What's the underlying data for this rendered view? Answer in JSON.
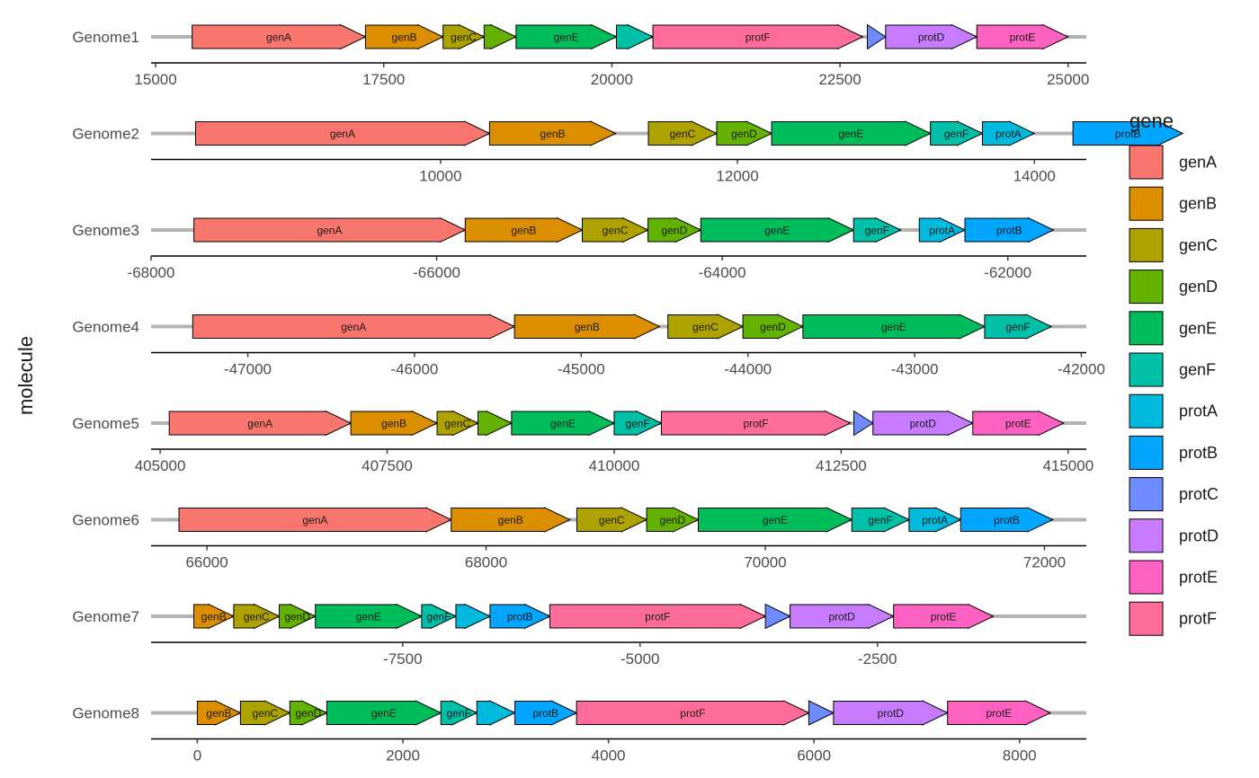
{
  "chart_data": {
    "type": "gene-arrow",
    "ylabel": "molecule",
    "legend": {
      "title": "gene",
      "position": "right",
      "entries": [
        {
          "name": "genA",
          "color": "#F8766D"
        },
        {
          "name": "genB",
          "color": "#DB8E00"
        },
        {
          "name": "genC",
          "color": "#AEA200"
        },
        {
          "name": "genD",
          "color": "#64B200"
        },
        {
          "name": "genE",
          "color": "#00BD5C"
        },
        {
          "name": "genF",
          "color": "#00C1A7"
        },
        {
          "name": "protA",
          "color": "#00BADE"
        },
        {
          "name": "protB",
          "color": "#00A6FF"
        },
        {
          "name": "protC",
          "color": "#6E8BFF"
        },
        {
          "name": "protD",
          "color": "#C77CFF"
        },
        {
          "name": "protE",
          "color": "#FF61C3"
        },
        {
          "name": "protF",
          "color": "#FF6C9A"
        }
      ]
    },
    "molecules": [
      {
        "name": "Genome1",
        "xlim": [
          14950,
          25200
        ],
        "ticks": [
          15000,
          17500,
          20000,
          22500,
          25000
        ],
        "tick_labels": [
          "15000",
          "17500",
          "20000",
          "22500",
          "25000"
        ],
        "genes": [
          {
            "gene": "genA",
            "label": "genA",
            "start": 15400,
            "end": 17300
          },
          {
            "gene": "genB",
            "label": "genB",
            "start": 17300,
            "end": 18150
          },
          {
            "gene": "genC",
            "label": "genC",
            "start": 18150,
            "end": 18600
          },
          {
            "gene": "genD",
            "label": "",
            "start": 18600,
            "end": 18950
          },
          {
            "gene": "genE",
            "label": "genE",
            "start": 18950,
            "end": 20050
          },
          {
            "gene": "genF",
            "label": "",
            "start": 20050,
            "end": 20450
          },
          {
            "gene": "protF",
            "label": "protF",
            "start": 20450,
            "end": 22750
          },
          {
            "gene": "protC",
            "label": "",
            "start": 22800,
            "end": 23000
          },
          {
            "gene": "protD",
            "label": "protD",
            "start": 23000,
            "end": 24000
          },
          {
            "gene": "protE",
            "label": "protE",
            "start": 24000,
            "end": 25000
          }
        ]
      },
      {
        "name": "Genome2",
        "xlim": [
          8050,
          14350
        ],
        "ticks": [
          10000,
          12000,
          14000
        ],
        "tick_labels": [
          "10000",
          "12000",
          "14000"
        ],
        "genes": [
          {
            "gene": "genA",
            "label": "genA",
            "start": 8350,
            "end": 10330
          },
          {
            "gene": "genB",
            "label": "genB",
            "start": 10330,
            "end": 11180
          },
          {
            "gene": "genC",
            "label": "genC",
            "start": 11400,
            "end": 11860
          },
          {
            "gene": "genD",
            "label": "genD",
            "start": 11860,
            "end": 12230
          },
          {
            "gene": "genE",
            "label": "genE",
            "start": 12230,
            "end": 13300
          },
          {
            "gene": "genF",
            "label": "genF",
            "start": 13300,
            "end": 13650
          },
          {
            "gene": "protA",
            "label": "protA",
            "start": 13650,
            "end": 14000
          },
          {
            "gene": "protB",
            "label": "protB",
            "start": 14260,
            "end": 15000
          }
        ]
      },
      {
        "name": "Genome3",
        "xlim": [
          -68000,
          -61450
        ],
        "ticks": [
          -68000,
          -66000,
          -64000,
          -62000
        ],
        "tick_labels": [
          "-68000",
          "-66000",
          "-64000",
          "-62000"
        ],
        "genes": [
          {
            "gene": "genA",
            "label": "genA",
            "start": -67700,
            "end": -65800
          },
          {
            "gene": "genB",
            "label": "genB",
            "start": -65800,
            "end": -64980
          },
          {
            "gene": "genC",
            "label": "genC",
            "start": -64980,
            "end": -64520
          },
          {
            "gene": "genD",
            "label": "genD",
            "start": -64520,
            "end": -64150
          },
          {
            "gene": "genE",
            "label": "genE",
            "start": -64150,
            "end": -63080
          },
          {
            "gene": "genF",
            "label": "genF",
            "start": -63080,
            "end": -62750
          },
          {
            "gene": "protA",
            "label": "protA",
            "start": -62620,
            "end": -62300
          },
          {
            "gene": "protB",
            "label": "protB",
            "start": -62300,
            "end": -61680
          }
        ]
      },
      {
        "name": "Genome4",
        "xlim": [
          -47580,
          -41970
        ],
        "ticks": [
          -47000,
          -46000,
          -45000,
          -44000,
          -43000,
          -42000
        ],
        "tick_labels": [
          "-47000",
          "-46000",
          "-45000",
          "-44000",
          "-43000",
          "-42000"
        ],
        "genes": [
          {
            "gene": "genA",
            "label": "genA",
            "start": -47330,
            "end": -45400
          },
          {
            "gene": "genB",
            "label": "genB",
            "start": -45400,
            "end": -44530
          },
          {
            "gene": "genC",
            "label": "genC",
            "start": -44480,
            "end": -44030
          },
          {
            "gene": "genD",
            "label": "genD",
            "start": -44030,
            "end": -43670
          },
          {
            "gene": "genE",
            "label": "genE",
            "start": -43670,
            "end": -42580
          },
          {
            "gene": "genF",
            "label": "genF",
            "start": -42580,
            "end": -42180
          }
        ]
      },
      {
        "name": "Genome5",
        "xlim": [
          404900,
          415200
        ],
        "ticks": [
          405000,
          407500,
          410000,
          412500,
          415000
        ],
        "tick_labels": [
          "405000",
          "407500",
          "410000",
          "412500",
          "415000"
        ],
        "genes": [
          {
            "gene": "genA",
            "label": "genA",
            "start": 405100,
            "end": 407100
          },
          {
            "gene": "genB",
            "label": "genB",
            "start": 407100,
            "end": 408050
          },
          {
            "gene": "genC",
            "label": "genC",
            "start": 408050,
            "end": 408500
          },
          {
            "gene": "genD",
            "label": "",
            "start": 408500,
            "end": 408870
          },
          {
            "gene": "genE",
            "label": "genE",
            "start": 408870,
            "end": 410000
          },
          {
            "gene": "genF",
            "label": "genF",
            "start": 410000,
            "end": 410520
          },
          {
            "gene": "protF",
            "label": "protF",
            "start": 410520,
            "end": 412600
          },
          {
            "gene": "protC",
            "label": "",
            "start": 412640,
            "end": 412850
          },
          {
            "gene": "protD",
            "label": "protD",
            "start": 412850,
            "end": 413950
          },
          {
            "gene": "protE",
            "label": "protE",
            "start": 413950,
            "end": 414950
          }
        ]
      },
      {
        "name": "Genome6",
        "xlim": [
          65600,
          72300
        ],
        "ticks": [
          66000,
          68000,
          70000,
          72000
        ],
        "tick_labels": [
          "66000",
          "68000",
          "70000",
          "72000"
        ],
        "genes": [
          {
            "gene": "genA",
            "label": "genA",
            "start": 65800,
            "end": 67750
          },
          {
            "gene": "genB",
            "label": "genB",
            "start": 67750,
            "end": 68600
          },
          {
            "gene": "genC",
            "label": "genC",
            "start": 68650,
            "end": 69150
          },
          {
            "gene": "genD",
            "label": "genD",
            "start": 69150,
            "end": 69520
          },
          {
            "gene": "genE",
            "label": "genE",
            "start": 69520,
            "end": 70620
          },
          {
            "gene": "genF",
            "label": "genF",
            "start": 70620,
            "end": 71030
          },
          {
            "gene": "protA",
            "label": "protA",
            "start": 71030,
            "end": 71400
          },
          {
            "gene": "protB",
            "label": "protB",
            "start": 71400,
            "end": 72060
          }
        ]
      },
      {
        "name": "Genome7",
        "xlim": [
          -10150,
          -300
        ],
        "ticks": [
          -7500,
          -5000,
          -2500
        ],
        "tick_labels": [
          "-7500",
          "-5000",
          "-2500"
        ],
        "genes": [
          {
            "gene": "genB",
            "label": "genB",
            "start": -9700,
            "end": -9280
          },
          {
            "gene": "genC",
            "label": "genC",
            "start": -9280,
            "end": -8800
          },
          {
            "gene": "genD",
            "label": "genD",
            "start": -8800,
            "end": -8420
          },
          {
            "gene": "genE",
            "label": "genE",
            "start": -8420,
            "end": -7300
          },
          {
            "gene": "genF",
            "label": "genF",
            "start": -7300,
            "end": -6940
          },
          {
            "gene": "protA",
            "label": "",
            "start": -6940,
            "end": -6580
          },
          {
            "gene": "protB",
            "label": "protB",
            "start": -6580,
            "end": -5950
          },
          {
            "gene": "protF",
            "label": "protF",
            "start": -5950,
            "end": -3680
          },
          {
            "gene": "protC",
            "label": "",
            "start": -3680,
            "end": -3420
          },
          {
            "gene": "protD",
            "label": "protD",
            "start": -3420,
            "end": -2330
          },
          {
            "gene": "protE",
            "label": "protE",
            "start": -2330,
            "end": -1280
          }
        ]
      },
      {
        "name": "Genome8",
        "xlim": [
          -450,
          8650
        ],
        "ticks": [
          0,
          2000,
          4000,
          6000,
          8000
        ],
        "tick_labels": [
          "0",
          "2000",
          "4000",
          "6000",
          "8000"
        ],
        "genes": [
          {
            "gene": "genB",
            "label": "genB",
            "start": 0,
            "end": 420
          },
          {
            "gene": "genC",
            "label": "genC",
            "start": 420,
            "end": 900
          },
          {
            "gene": "genD",
            "label": "genD",
            "start": 900,
            "end": 1260
          },
          {
            "gene": "genE",
            "label": "genE",
            "start": 1260,
            "end": 2370
          },
          {
            "gene": "genF",
            "label": "genF",
            "start": 2370,
            "end": 2720
          },
          {
            "gene": "protA",
            "label": "",
            "start": 2720,
            "end": 3090
          },
          {
            "gene": "protB",
            "label": "protB",
            "start": 3090,
            "end": 3690
          },
          {
            "gene": "protF",
            "label": "protF",
            "start": 3690,
            "end": 5950
          },
          {
            "gene": "protC",
            "label": "",
            "start": 5950,
            "end": 6190
          },
          {
            "gene": "protD",
            "label": "protD",
            "start": 6190,
            "end": 7300
          },
          {
            "gene": "protE",
            "label": "protE",
            "start": 7300,
            "end": 8300
          }
        ]
      }
    ]
  }
}
